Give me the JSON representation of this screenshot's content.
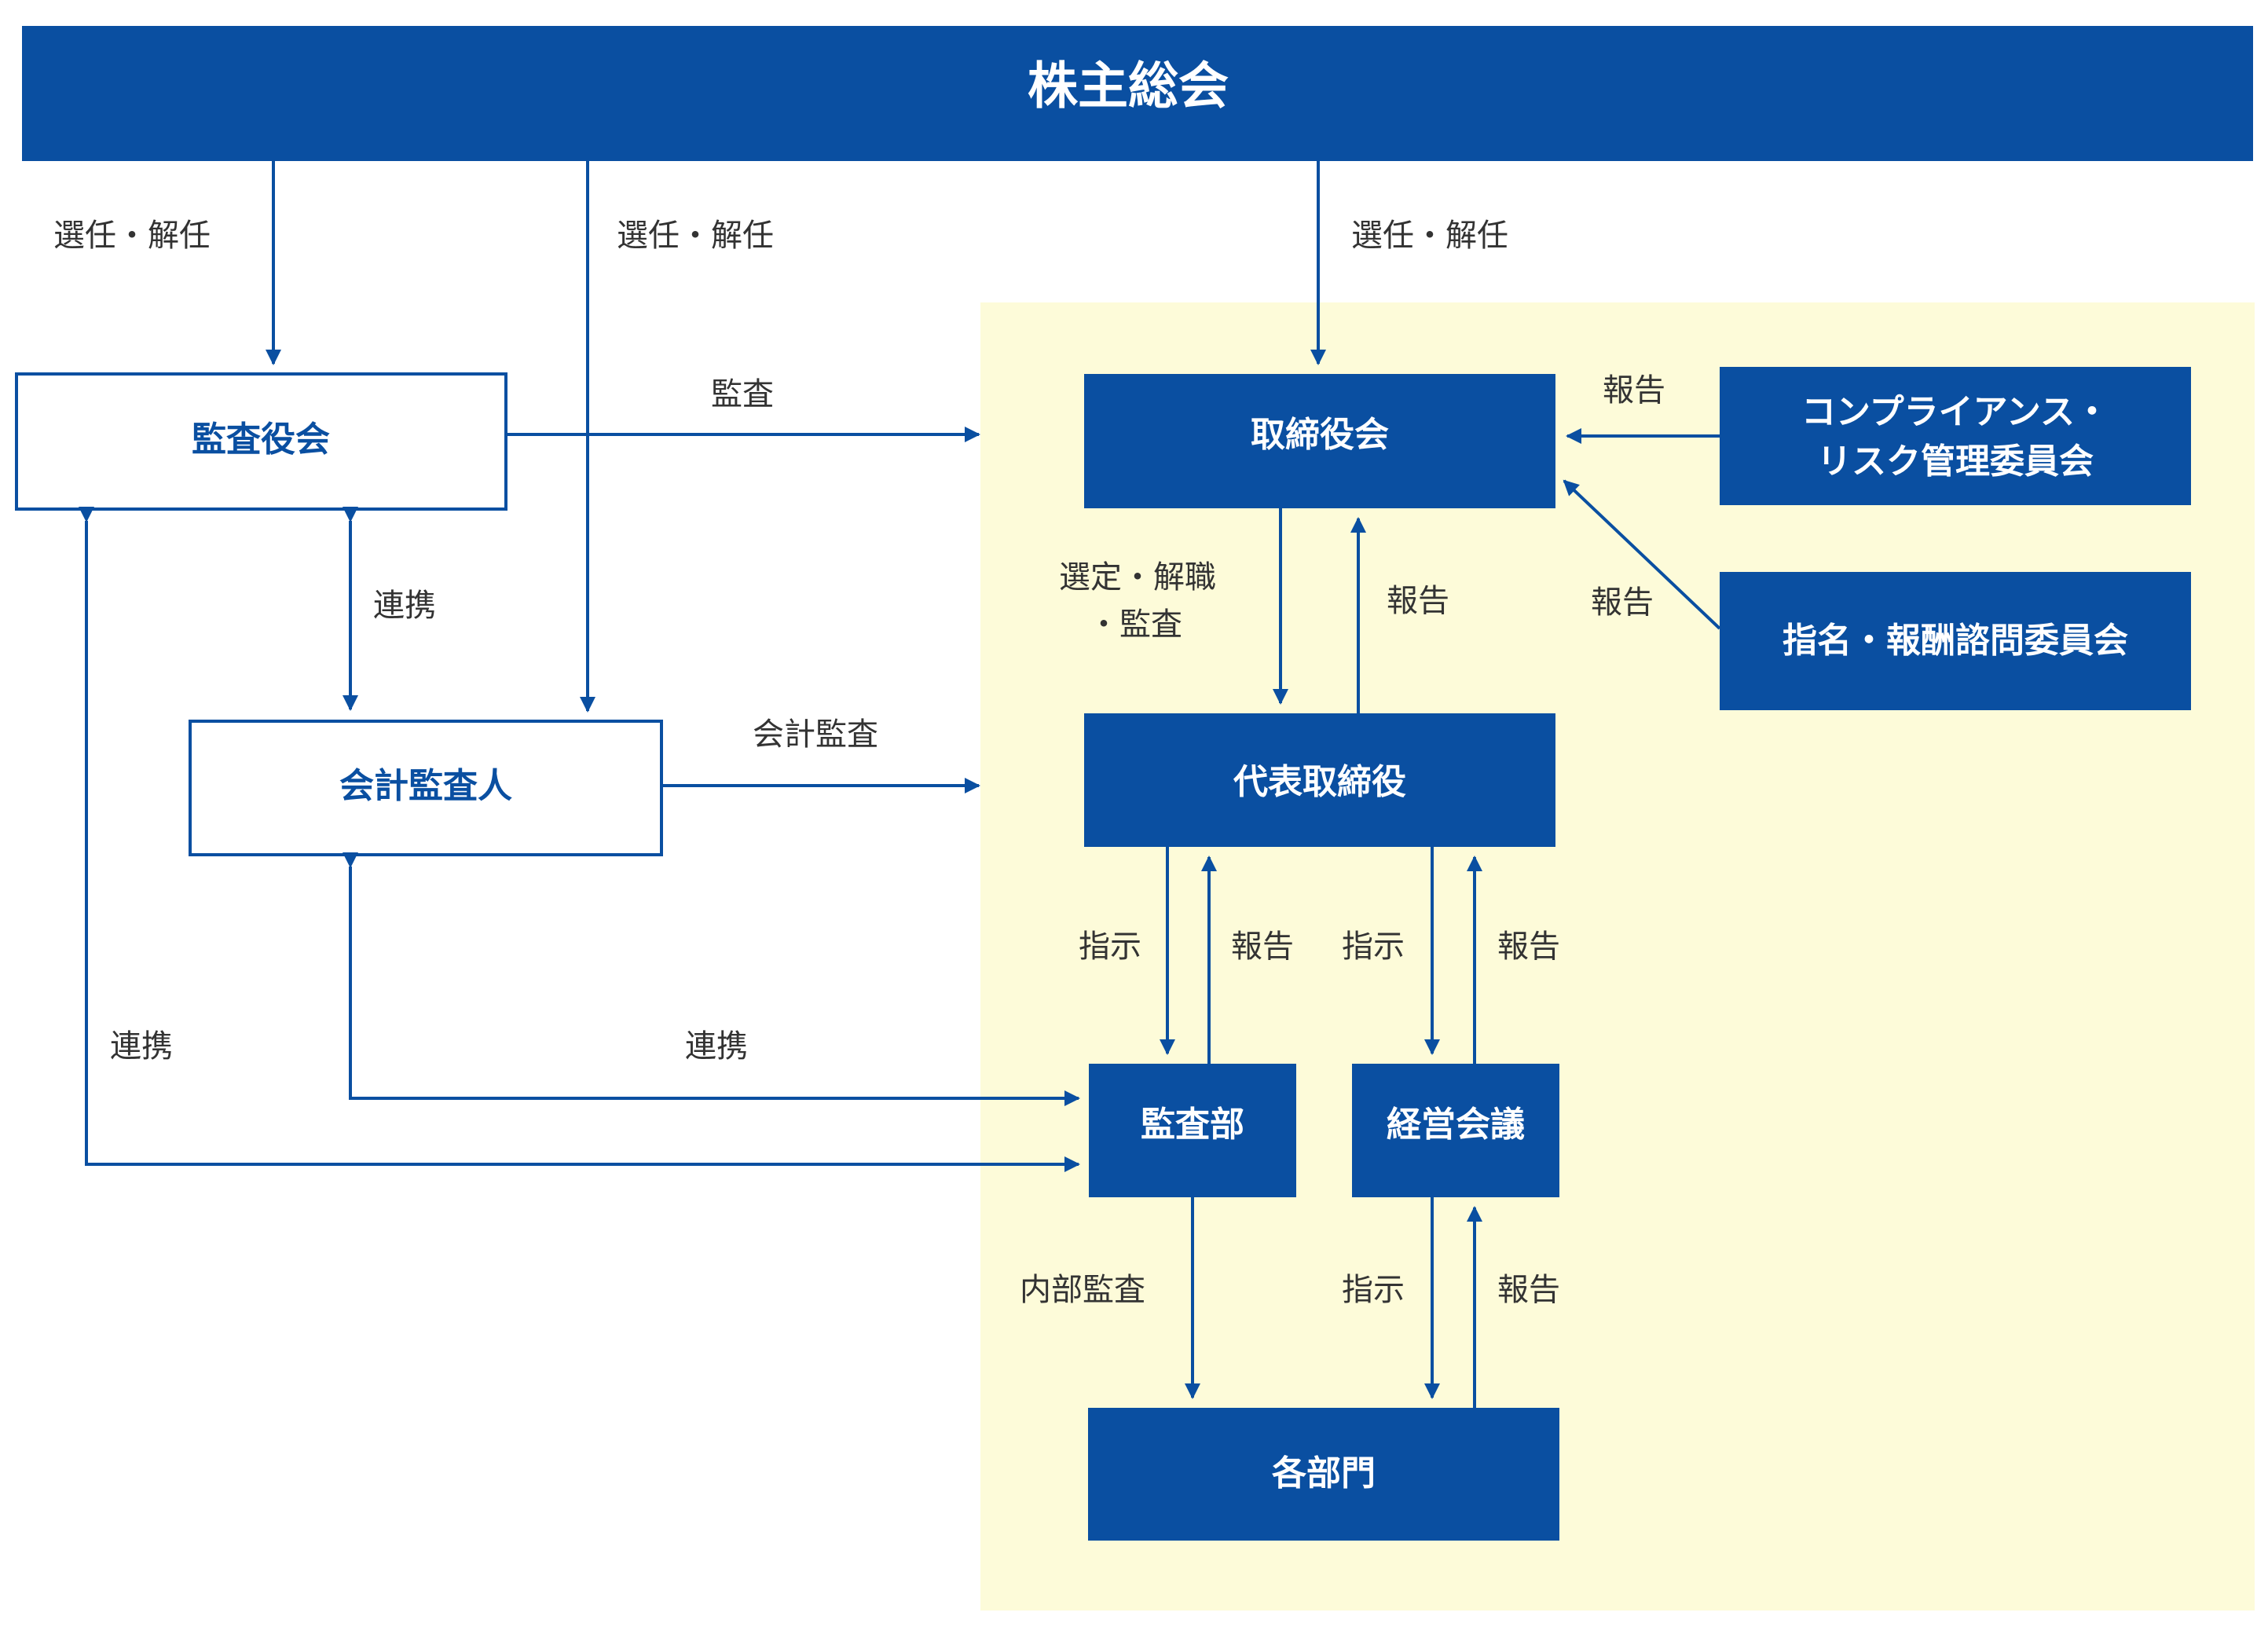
{
  "colors": {
    "primary": "#0a4fa1",
    "outline_box_fill": "#ffffff",
    "internal_area": "#fdfbd9",
    "label_text": "#333333"
  },
  "nodes": {
    "shareholders_meeting": "株主総会",
    "audit_board": "監査役会",
    "accounting_auditor": "会計監査人",
    "board_of_directors": "取締役会",
    "compliance_committee_line1": "コンプライアンス・",
    "compliance_committee_line2": "リスク管理委員会",
    "nomination_committee": "指名・報酬諮問委員会",
    "representative_director": "代表取締役",
    "audit_department": "監査部",
    "management_meeting": "経営会議",
    "departments": "各部門"
  },
  "edge_labels": {
    "elect_audit_board": "選任・解任",
    "elect_accounting_auditor": "選任・解任",
    "elect_board": "選任・解任",
    "audit_board_audit": "監査",
    "audit_board_cooperation": "連携",
    "accounting_audit": "会計監査",
    "compliance_report": "報告",
    "nomination_report": "報告",
    "board_select_line1": "選定・解職",
    "board_select_line2": "・監査",
    "rep_report_to_board": "報告",
    "instruct_audit_dept": "指示",
    "audit_dept_report": "報告",
    "instruct_management": "指示",
    "management_report": "報告",
    "audit_board_cooperation_audit_dept": "連携",
    "accounting_cooperation_audit_dept": "連携",
    "internal_audit": "内部監査",
    "instruct_departments": "指示",
    "departments_report": "報告"
  }
}
